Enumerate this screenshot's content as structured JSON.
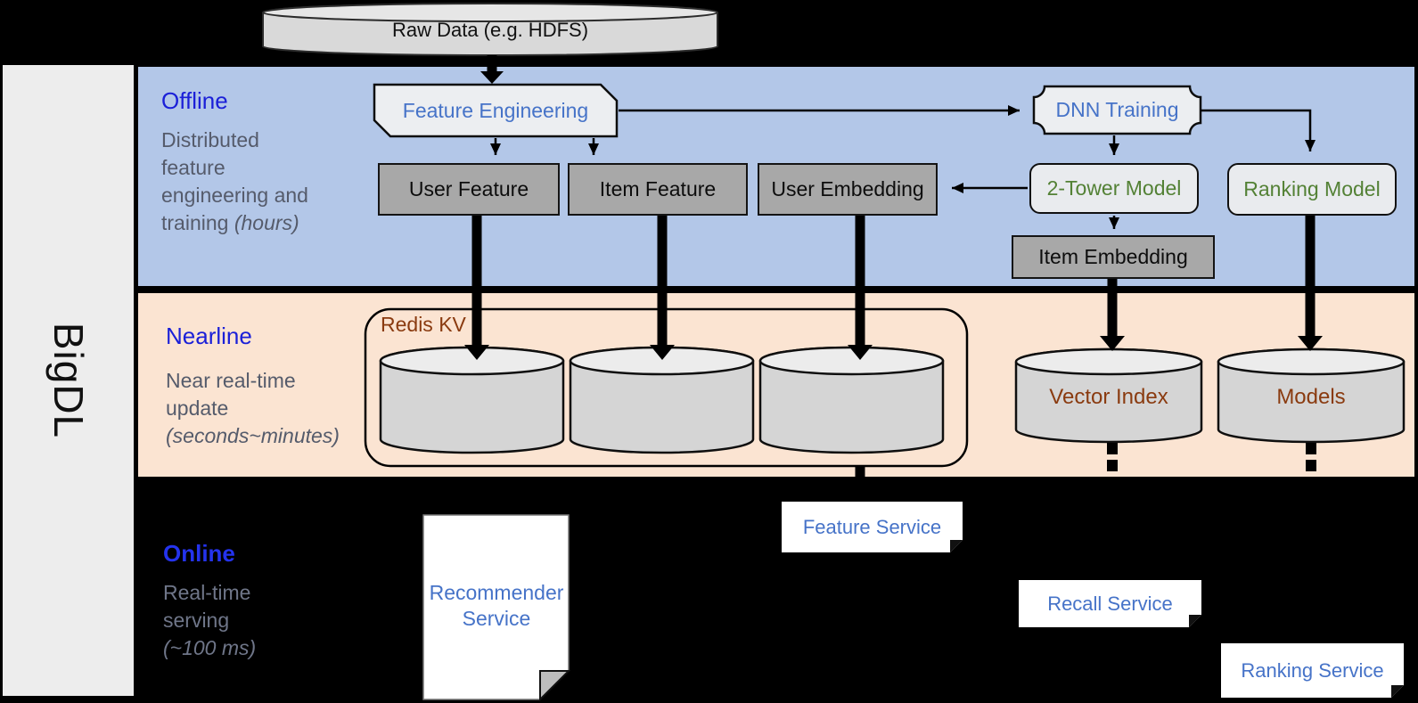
{
  "brand": {
    "label": "BigDL"
  },
  "raw_data": {
    "label": "Raw Data (e.g. HDFS)"
  },
  "offline": {
    "title": "Offline",
    "desc1": "Distributed",
    "desc2": "feature",
    "desc3": "engineering and",
    "desc4": "training ",
    "desc4_italic": "(hours)",
    "boxes": {
      "feature_engineering": "Feature Engineering",
      "user_feature": "User Feature",
      "item_feature": "Item Feature",
      "user_embedding": "User Embedding",
      "dnn_training": "DNN Training",
      "two_tower_model": "2-Tower Model",
      "ranking_model": "Ranking Model",
      "item_embedding": "Item Embedding"
    }
  },
  "nearline": {
    "title": "Nearline",
    "desc1": "Near real-time",
    "desc2": "update",
    "desc3_italic": "(seconds~minutes)",
    "redis_kv": "Redis KV",
    "vector_index": "Vector Index",
    "models": "Models"
  },
  "online": {
    "title": "Online",
    "desc1": "Real-time",
    "desc2": "serving",
    "desc3_italic": "(~100 ms)",
    "services": {
      "recommender": "Recommender Service",
      "feature": "Feature Service",
      "recall": "Recall Service",
      "ranking": "Ranking Service"
    }
  },
  "colors": {
    "offline_band": "#b3c7e8",
    "nearline_band": "#fbe4d2",
    "background": "#000000",
    "section_title_blue": "#1b20d8",
    "process_text_blue": "#4673c8",
    "model_text_green": "#538135",
    "store_text_brown": "#8a3b10",
    "gray_box_fill": "#a8a8a8",
    "light_box_fill": "#eceef1",
    "cylinder_fill": "#d5d5d5",
    "section_desc_gray": "#555b6b"
  }
}
